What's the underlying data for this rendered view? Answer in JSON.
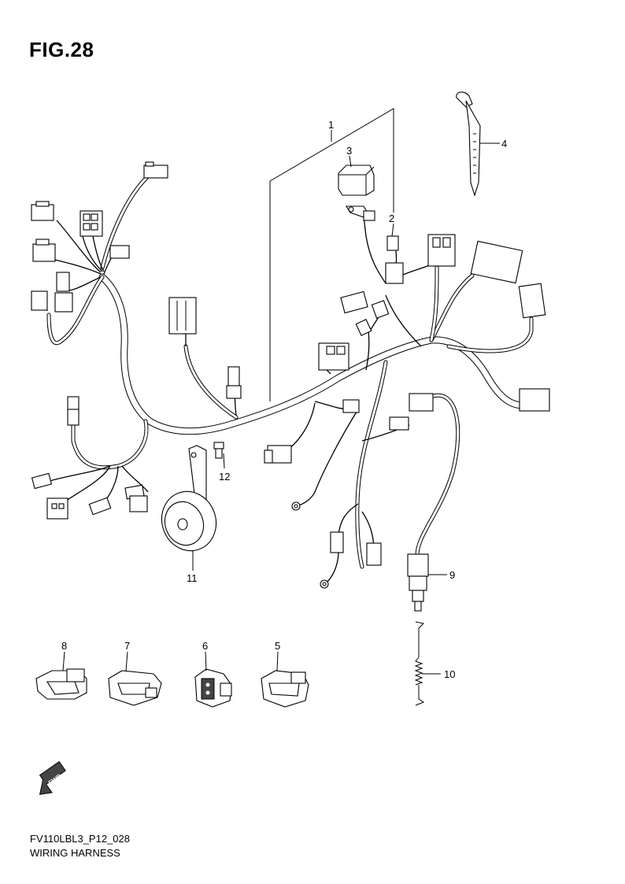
{
  "figure": {
    "title": "FIG.28",
    "code": "FV110LBL3_P12_028",
    "name": "WIRING HARNESS",
    "direction_label": "FWD"
  },
  "callouts": [
    {
      "id": "callout-1",
      "label": "1"
    },
    {
      "id": "callout-2",
      "label": "2"
    },
    {
      "id": "callout-3",
      "label": "3"
    },
    {
      "id": "callout-4",
      "label": "4"
    },
    {
      "id": "callout-5",
      "label": "5"
    },
    {
      "id": "callout-6",
      "label": "6"
    },
    {
      "id": "callout-7",
      "label": "7"
    },
    {
      "id": "callout-8",
      "label": "8"
    },
    {
      "id": "callout-9",
      "label": "9"
    },
    {
      "id": "callout-10",
      "label": "10"
    },
    {
      "id": "callout-11",
      "label": "11"
    },
    {
      "id": "callout-12",
      "label": "12"
    }
  ]
}
